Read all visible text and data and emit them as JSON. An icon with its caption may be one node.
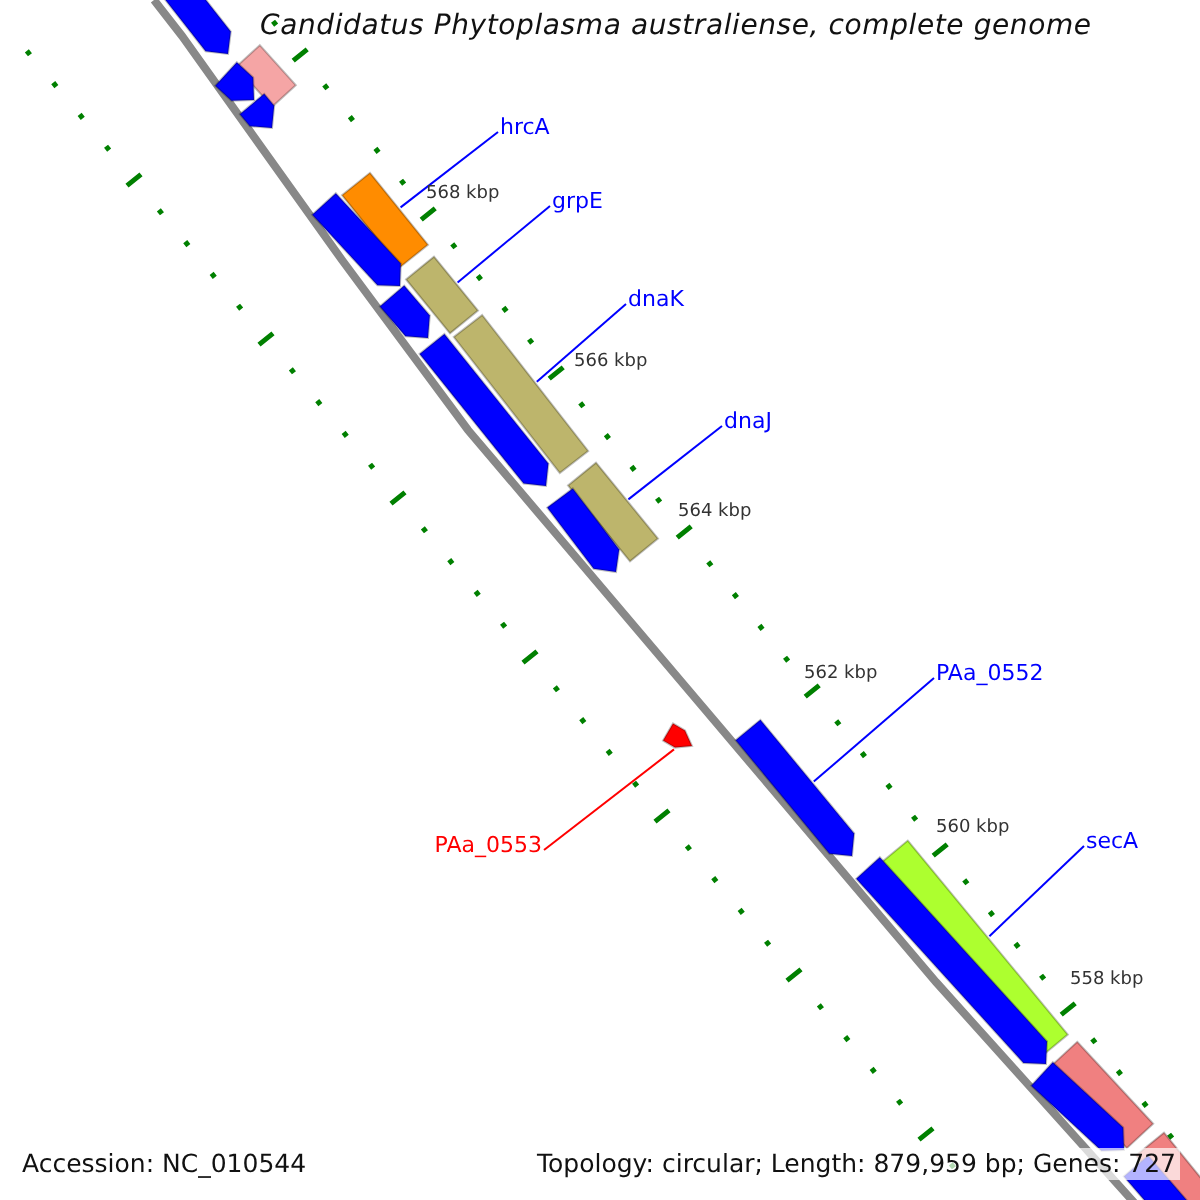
{
  "diagram": {
    "title": "Candidatus Phytoplasma australiense, complete genome",
    "nodes": [
      {
        "text": [
          "hrcA"
        ]
      },
      {
        "text": [
          "grpE"
        ]
      },
      {
        "text": [
          "dnaK"
        ]
      },
      {
        "text": [
          "dnaJ"
        ]
      },
      {
        "text": [
          "PAa_0552"
        ]
      },
      {
        "text": [
          "PAa_0553"
        ]
      },
      {
        "text": [
          "secA"
        ]
      },
      {
        "text": [],
        "shape": "bar"
      },
      {
        "text": [],
        "shape": "bar"
      },
      {
        "text": [],
        "shape": "bar"
      },
      {
        "text": [],
        "shape": "bar"
      },
      {
        "text": [],
        "shape": "bar"
      },
      {
        "text": [],
        "shape": "bar"
      },
      {
        "text": [],
        "shape": "bar"
      },
      {
        "text": [],
        "shape": "bar"
      },
      {
        "text": [],
        "shape": "bar"
      },
      {
        "text": [],
        "shape": "bar"
      },
      {
        "text": [],
        "shape": "bar"
      },
      {
        "text": [],
        "shape": "bar"
      },
      {
        "text": [],
        "shape": "bar"
      },
      {
        "text": [],
        "shape": "bar"
      },
      {
        "text": [],
        "shape": "bar"
      },
      {
        "text": [],
        "shape": "bar"
      },
      {
        "text": [],
        "shape": "bar"
      },
      {
        "text": [],
        "shape": "bar"
      },
      {
        "text": [],
        "shape": "bar"
      },
      {
        "text": [],
        "shape": "bar"
      }
    ],
    "edges": [
      {
        "from": 0,
        "to": 7,
        "arrow": "none"
      },
      {
        "from": 1,
        "to": 8,
        "arrow": "none"
      },
      {
        "from": 2,
        "to": 9,
        "arrow": "none"
      },
      {
        "from": 3,
        "to": 10,
        "arrow": "none"
      },
      {
        "from": 4,
        "to": 11,
        "arrow": "none"
      },
      {
        "from": 5,
        "to": 12,
        "arrow": "none",
        "color": "#ff0000"
      },
      {
        "from": 6,
        "to": 13,
        "arrow": "none"
      }
    ],
    "labels": [
      "568 kbp",
      "566 kbp",
      "564 kbp",
      "562 kbp",
      "560 kbp",
      "558 kbp",
      "Accession: NC_010544",
      "Topology: circular; Length: 879,959 bp; Genes: 727"
    ]
  }
}
